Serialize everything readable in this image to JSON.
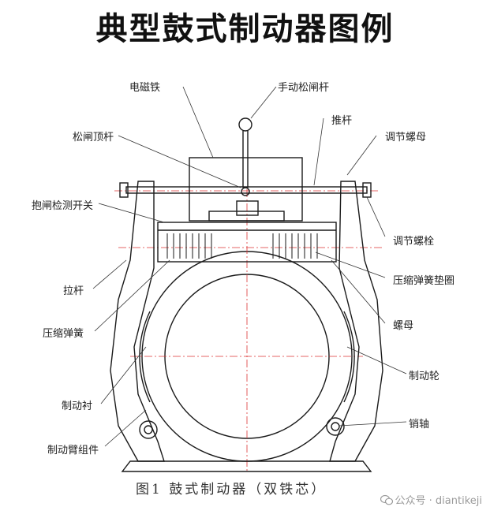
{
  "title": "典型鼓式制动器图例",
  "labels": {
    "electromagnet": "电磁铁",
    "manual_release_lever": "手动松闸杆",
    "release_push_rod": "松闸顶杆",
    "push_rod": "推杆",
    "adjust_nut_top": "调节螺母",
    "brake_detect_switch": "抱闸检测开关",
    "adjust_bolt": "调节螺栓",
    "spring_washer": "压缩弹簧垫圈",
    "pull_rod": "拉杆",
    "nut": "螺母",
    "compression_spring": "压缩弹簧",
    "brake_wheel": "制动轮",
    "brake_lining": "制动衬",
    "pin_shaft": "销轴",
    "brake_arm_assembly": "制动臂组件"
  },
  "caption": "图1 鼓式制动器（双铁芯）",
  "watermark": "公众号 · diantikeji"
}
